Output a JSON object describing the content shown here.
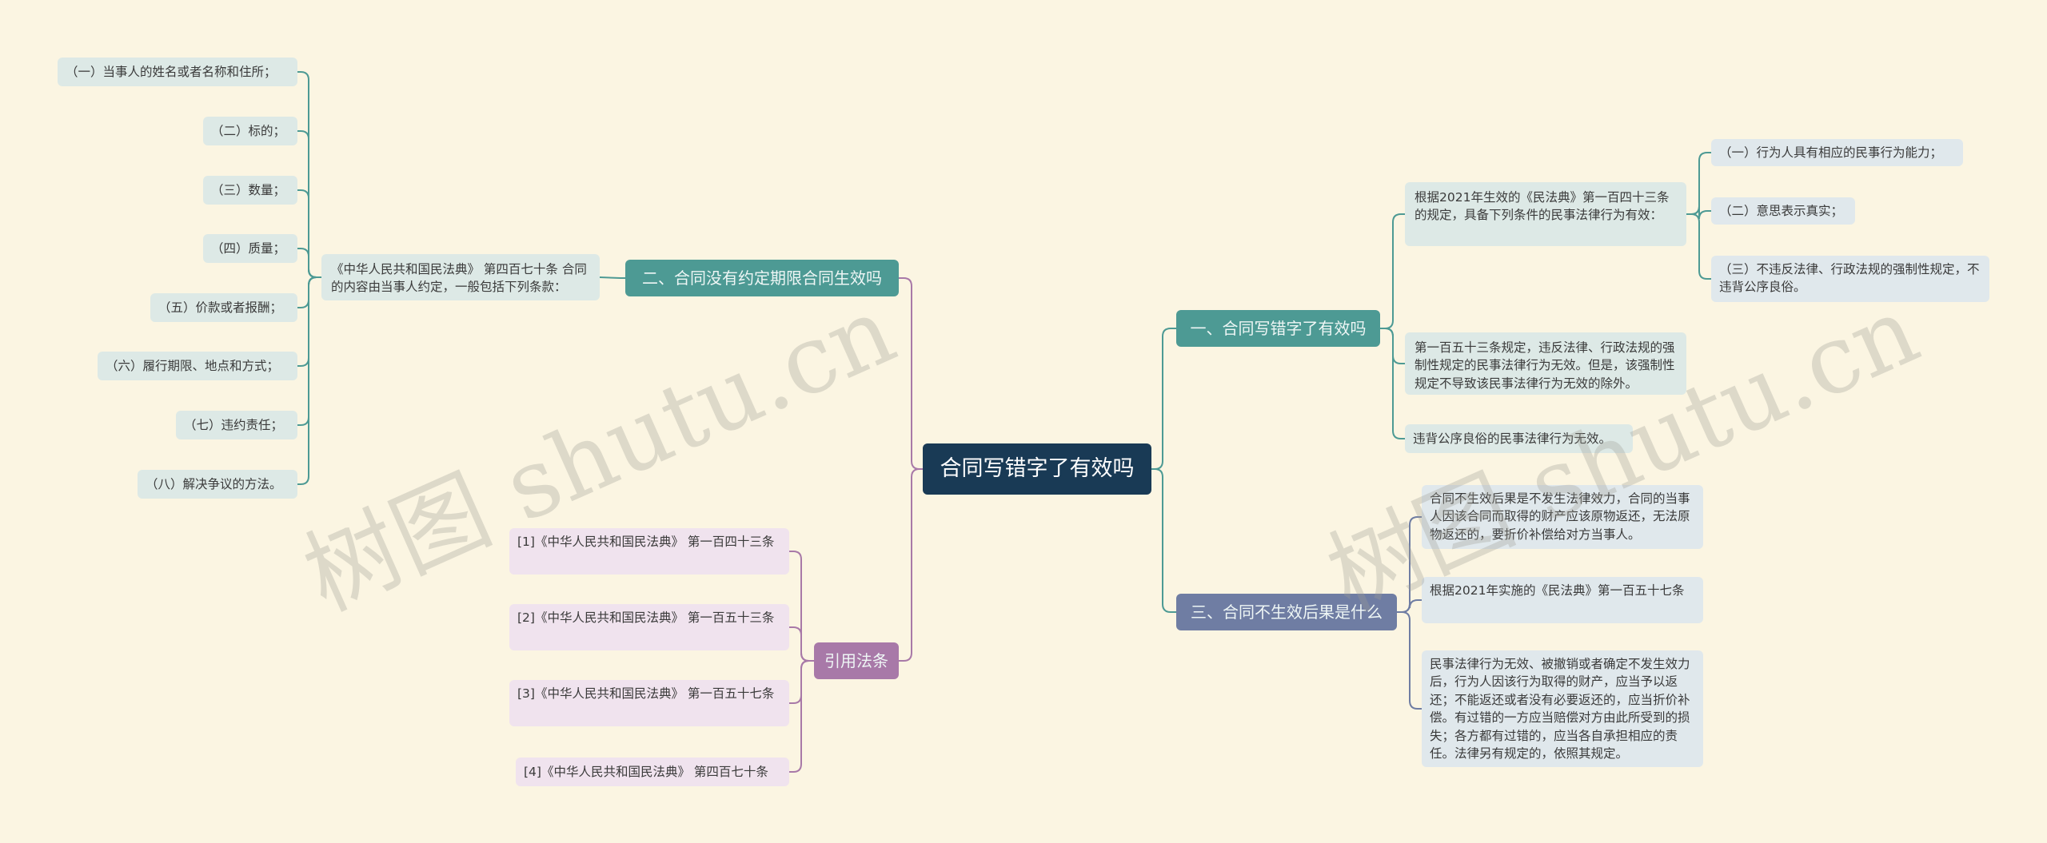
{
  "root": {
    "title": "合同写错字了有效吗"
  },
  "branches": {
    "b1": {
      "title": "一、合同写错字了有效吗",
      "groups": [
        {
          "text": "根据2021年生效的《民法典》第一百四十三条的规定，具备下列条件的民事法律行为有效：",
          "items": [
            "（一）行为人具有相应的民事行为能力；",
            "（二）意思表示真实；",
            "（三）不违反法律、行政法规的强制性规定，不违背公序良俗。"
          ]
        },
        {
          "text": "第一百五十三条规定，违反法律、行政法规的强制性规定的民事法律行为无效。但是，该强制性规定不导致该民事法律行为无效的除外。"
        },
        {
          "text": "违背公序良俗的民事法律行为无效。"
        }
      ]
    },
    "b2": {
      "title": "二、合同没有约定期限合同生效吗",
      "mid": "《中华人民共和国民法典》 第四百七十条 合同的内容由当事人约定，一般包括下列条款：",
      "items": [
        "（一）当事人的姓名或者名称和住所；",
        "（二）标的；",
        "（三）数量；",
        "（四）质量；",
        "（五）价款或者报酬；",
        "（六）履行期限、地点和方式；",
        "（七）违约责任；",
        "（八）解决争议的方法。"
      ]
    },
    "b3": {
      "title": "三、合同不生效后果是什么",
      "items": [
        "合同不生效后果是不发生法律效力，合同的当事人因该合同而取得的财产应该原物返还，无法原物返还的，要折价补偿给对方当事人。",
        "根据2021年实施的《民法典》第一百五十七条",
        "民事法律行为无效、被撤销或者确定不发生效力后，行为人因该行为取得的财产，应当予以返还；不能返还或者没有必要返还的，应当折价补偿。有过错的一方应当赔偿对方由此所受到的损失；各方都有过错的，应当各自承担相应的责任。法律另有规定的，依照其规定。"
      ]
    },
    "b4": {
      "title": "引用法条",
      "items": [
        "[1]《中华人民共和国民法典》 第一百四十三条",
        "[2]《中华人民共和国民法典》 第一百五十三条",
        "[3]《中华人民共和国民法典》 第一百五十七条",
        "[4]《中华人民共和国民法典》 第四百七十条"
      ]
    }
  },
  "watermark": [
    "树图 shutu.cn",
    "树图 shutu.cn"
  ],
  "colors": {
    "background": "#fbf5e2",
    "root": "#193a55",
    "teal": "#4d9a94",
    "slate": "#6f7da3",
    "purple": "#a879a8",
    "leaf": "#dde9e6",
    "leaf_ref": "#f0e3ee"
  }
}
